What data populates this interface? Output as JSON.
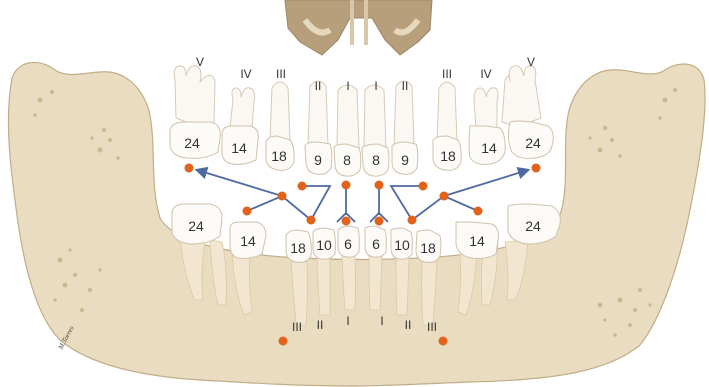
{
  "colors": {
    "bone": "#e9dcc0",
    "bone_stroke": "#bfae88",
    "bone_texture": "#cbb88f",
    "crown": "#fbf8f3",
    "crown_shadow": "#e3d9cb",
    "root": "#f2e6d0",
    "maxilla": "#b89f7c",
    "arrow": "#4f6aa3",
    "dot": "#e0621b",
    "label": "#333333"
  },
  "upper_roman_labels": [
    "V",
    "IV",
    "III",
    "II",
    "I",
    "I",
    "II",
    "III",
    "IV",
    "V"
  ],
  "upper_number_labels": [
    "24",
    "14",
    "18",
    "9",
    "8",
    "8",
    "9",
    "18",
    "14",
    "24"
  ],
  "lower_number_labels": [
    "24",
    "14",
    "18",
    "10",
    "6",
    "6",
    "10",
    "18",
    "14",
    "24"
  ],
  "lower_roman_labels": [
    "III",
    "II",
    "I",
    "I",
    "II",
    "III"
  ],
  "signature": "M.Torres"
}
